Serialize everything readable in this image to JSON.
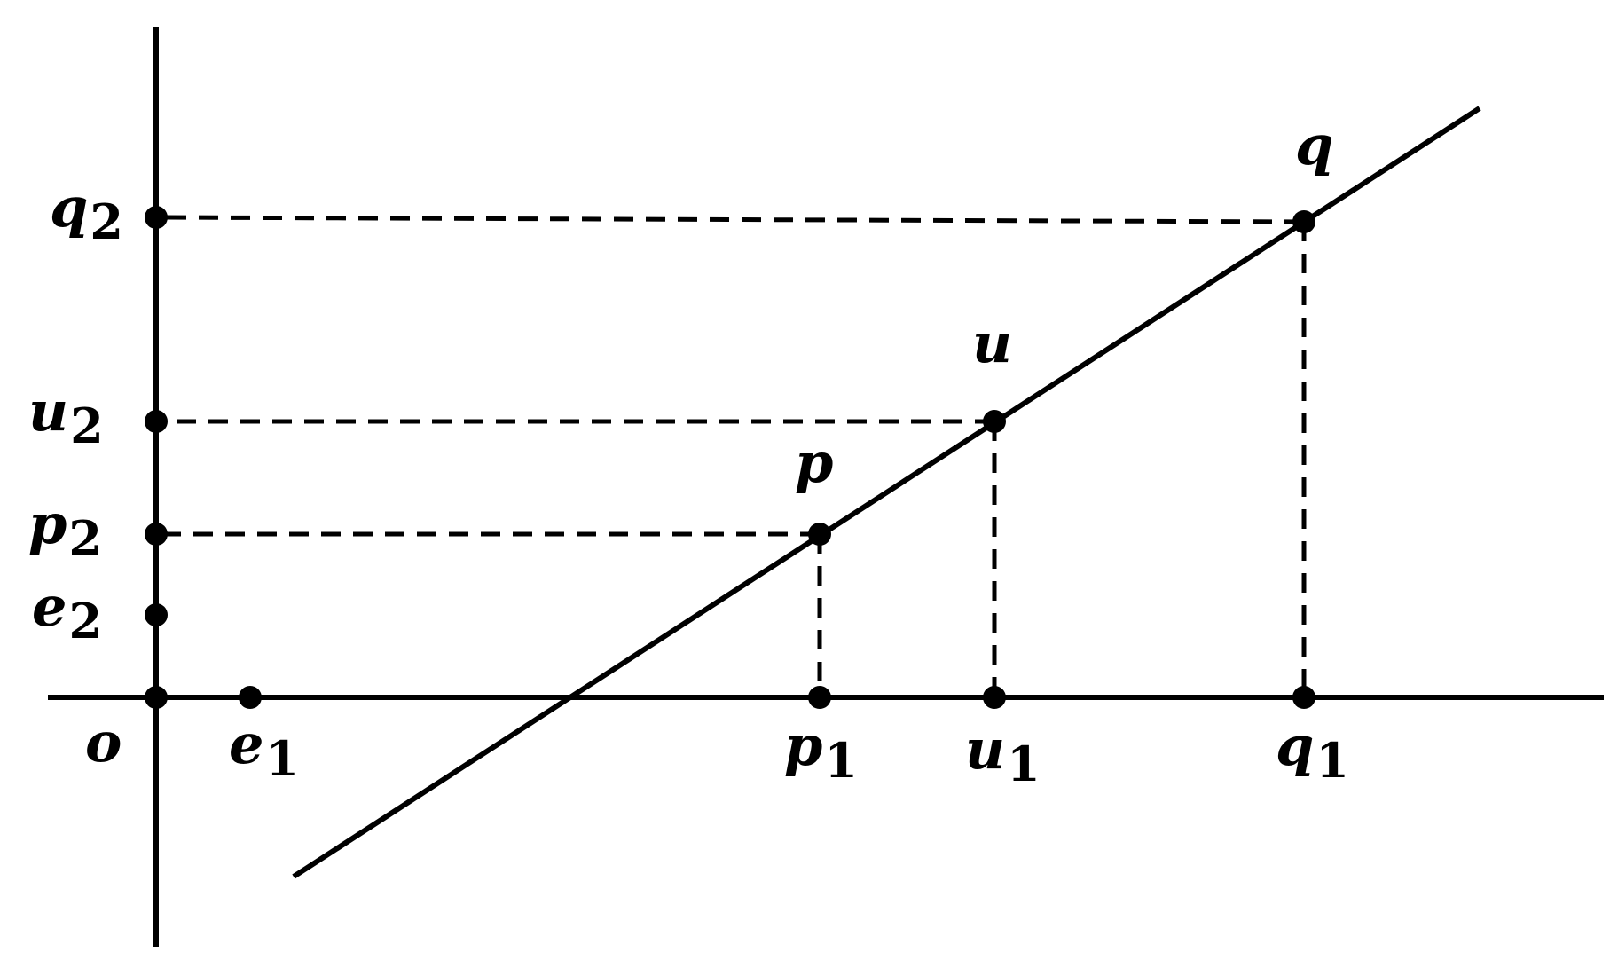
{
  "diagram": {
    "colors": {
      "ink": "#000000",
      "background": "#ffffff"
    },
    "axes": {
      "horizontal": {
        "dashed": false
      },
      "vertical": {
        "dashed": false
      }
    },
    "line": {
      "passes_through": [
        "p",
        "u",
        "q"
      ]
    },
    "points": [
      {
        "id": "o",
        "label": "o",
        "subscript": ""
      },
      {
        "id": "e1",
        "label": "e",
        "subscript": "1"
      },
      {
        "id": "e2",
        "label": "e",
        "subscript": "2"
      },
      {
        "id": "p",
        "label": "p",
        "subscript": ""
      },
      {
        "id": "u",
        "label": "u",
        "subscript": ""
      },
      {
        "id": "q",
        "label": "q",
        "subscript": ""
      },
      {
        "id": "p1",
        "label": "p",
        "subscript": "1"
      },
      {
        "id": "u1",
        "label": "u",
        "subscript": "1"
      },
      {
        "id": "q1",
        "label": "q",
        "subscript": "1"
      },
      {
        "id": "p2",
        "label": "p",
        "subscript": "2"
      },
      {
        "id": "u2",
        "label": "u",
        "subscript": "2"
      },
      {
        "id": "q2",
        "label": "q",
        "subscript": "2"
      }
    ],
    "projections": [
      {
        "from": "p",
        "to": "p1"
      },
      {
        "from": "p",
        "to": "p2"
      },
      {
        "from": "u",
        "to": "u1"
      },
      {
        "from": "u",
        "to": "u2"
      },
      {
        "from": "q",
        "to": "q1"
      },
      {
        "from": "q",
        "to": "q2"
      }
    ]
  }
}
